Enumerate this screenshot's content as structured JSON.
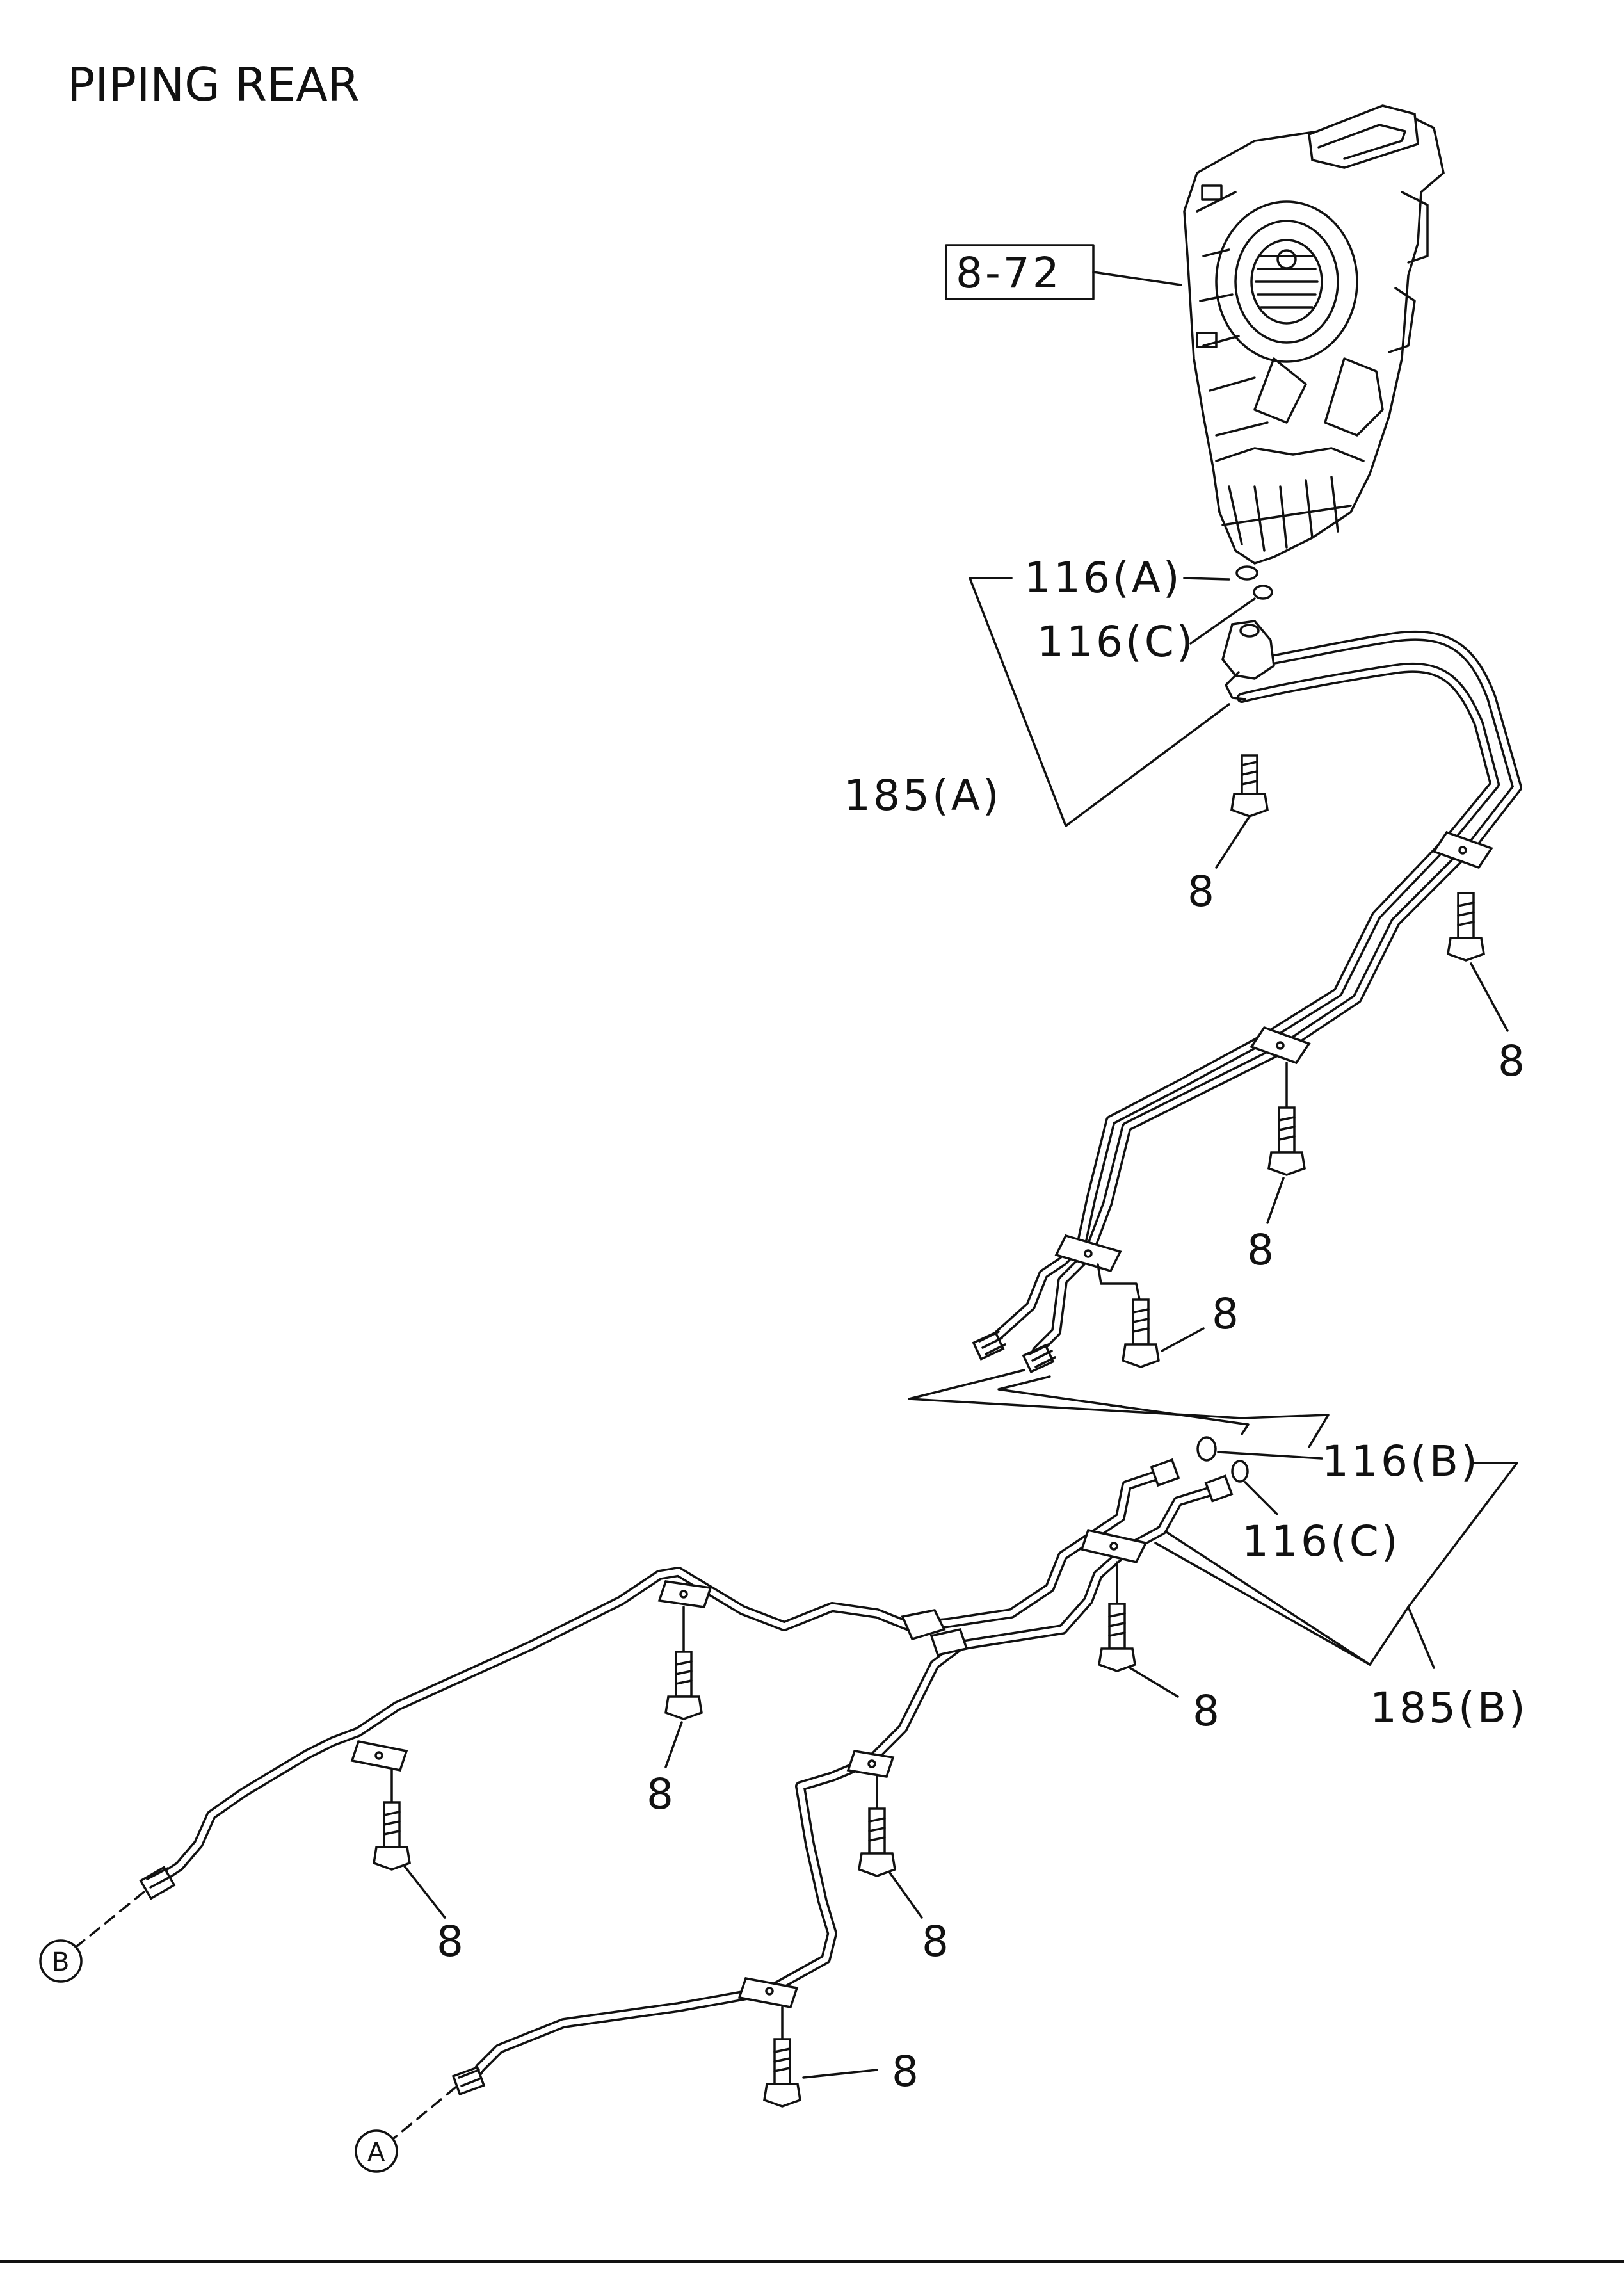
{
  "page": {
    "title": "PIPING REAR"
  },
  "callouts": {
    "ref_box": "8-72",
    "c116a_top": "116(A)",
    "c116c_top": "116(C)",
    "c185a": "185(A)",
    "c116b": "116(B)",
    "c116c_mid": "116(C)",
    "c185b": "185(B)",
    "bolt": "8"
  },
  "connectors": {
    "a": "A",
    "b": "B"
  }
}
